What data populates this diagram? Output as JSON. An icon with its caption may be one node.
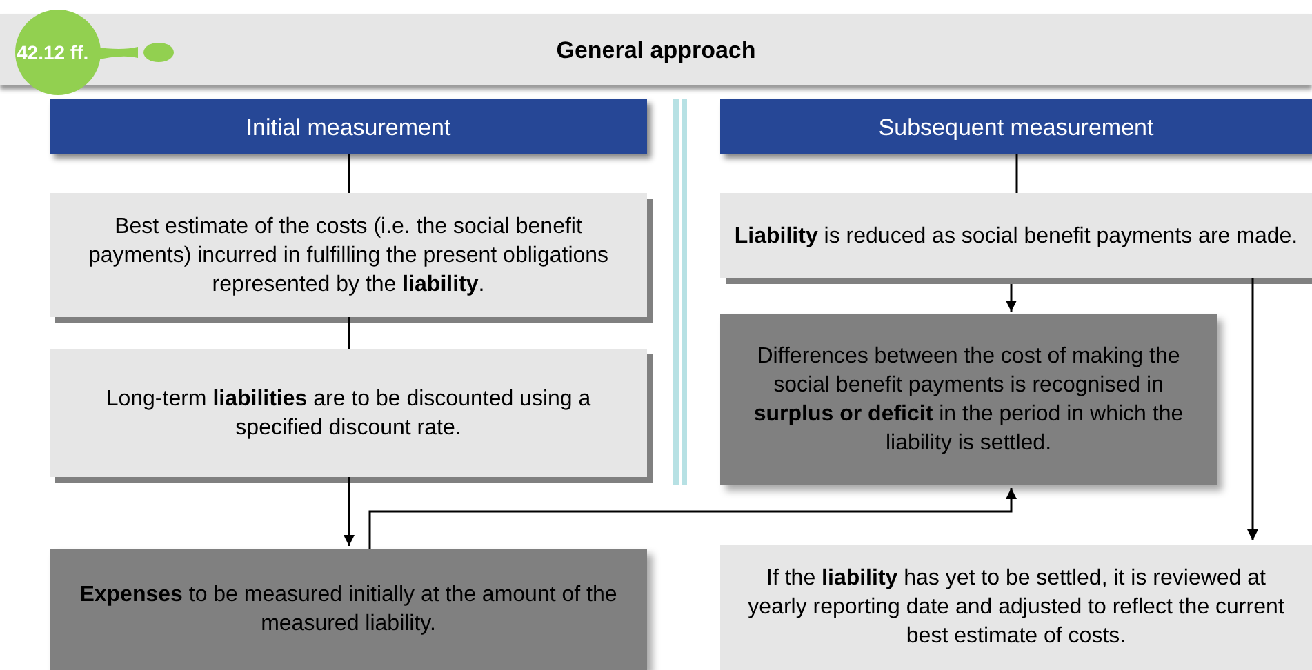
{
  "diagram": {
    "nodes": [
      {
        "text": [
          "General approach"
        ]
      },
      {
        "text": [
          "42.12 ff."
        ]
      },
      {
        "text": [
          "Initial measurement"
        ]
      },
      {
        "text": [
          "Best estimate of the costs (i.e. the social benefit payments) incurred in fulfilling the present obligations represented by the **liability**."
        ]
      },
      {
        "text": [
          "Long-term **liabilities** are to be discounted using a specified discount rate."
        ]
      },
      {
        "text": [
          "**Expenses** to be measured initially at the amount of the measured liability."
        ]
      },
      {
        "text": [
          "Subsequent measurement"
        ]
      },
      {
        "text": [
          "**Liability** is reduced as social benefit payments are made."
        ]
      },
      {
        "text": [
          "Differences between the cost of making the social benefit payments is recognised in **surplus or deficit** in the period in which the liability is settled."
        ]
      },
      {
        "text": [
          "If the **liability** has yet to be settled, it is reviewed at yearly reporting date and adjusted to reflect the current best estimate of costs."
        ]
      }
    ],
    "edges": [
      {
        "from": 2,
        "to": 3,
        "arrow": "none"
      },
      {
        "from": 3,
        "to": 4,
        "arrow": "none"
      },
      {
        "from": 4,
        "to": 5,
        "arrow": "to"
      },
      {
        "from": 5,
        "to": 8,
        "arrow": "to"
      },
      {
        "from": 6,
        "to": 7,
        "arrow": "none"
      },
      {
        "from": 7,
        "to": 8,
        "arrow": "to"
      },
      {
        "from": 7,
        "to": 9,
        "arrow": "to"
      }
    ]
  }
}
